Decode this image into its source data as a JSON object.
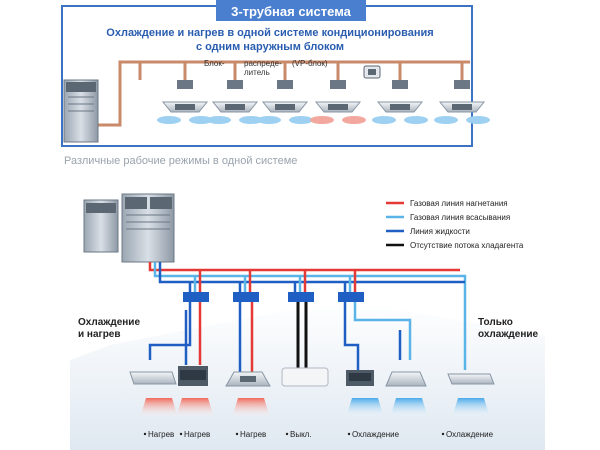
{
  "top_panel": {
    "title": "3-трубная система",
    "subtitle_line1": "Охлаждение и нагрев в одной системе кондиционирования",
    "subtitle_line2": "с одним наружным блоком",
    "labels": {
      "blok": "Блок-",
      "raspre": "распреде-",
      "litel": "литель",
      "vp": "(VP-блок)"
    }
  },
  "section_caption": "Различные рабочие режимы в одной системе",
  "legend": [
    {
      "label": "Газовая линия нагнетания",
      "color": "#e53935"
    },
    {
      "label": "Газовая линия всасывания",
      "color": "#5ab4e8"
    },
    {
      "label": "Линия жидкости",
      "color": "#1f5fc4"
    },
    {
      "label": "Отсутствие потока хладагента",
      "color": "#111111"
    }
  ],
  "side_labels": {
    "left_line1": "Охлаждение",
    "left_line2": "и нагрев",
    "right_line1": "Только",
    "right_line2": "охлаждение"
  },
  "modes": [
    {
      "label": "Нагрев",
      "type": "heat"
    },
    {
      "label": "Нагрев",
      "type": "heat"
    },
    {
      "label": "Нагрев",
      "type": "heat"
    },
    {
      "label": "Выкл.",
      "type": "off"
    },
    {
      "label": "Охлаждение",
      "type": "cool"
    },
    {
      "label": "Охлаждение",
      "type": "cool"
    }
  ],
  "colors": {
    "panel_border": "#3a73c4",
    "title_bg": "#4a7fd0",
    "pipe_copper": "#c98a6a",
    "heat": "#e53935",
    "cool": "#3aa0e6"
  }
}
